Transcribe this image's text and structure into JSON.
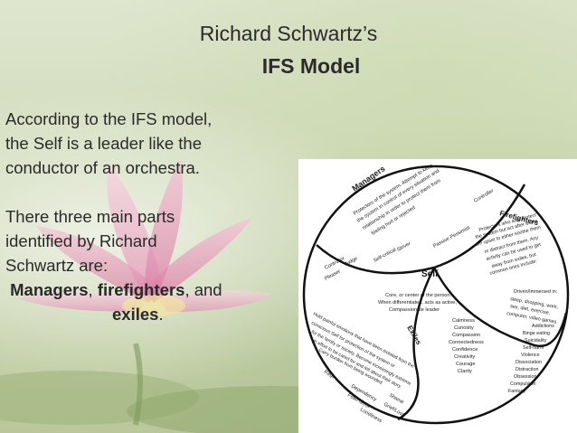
{
  "title": {
    "line1": "Richard Schwartz’s",
    "line2": "IFS Model"
  },
  "body": {
    "para1": [
      "According to the IFS model,",
      "the Self is a leader like the",
      "conductor of an orchestra."
    ],
    "para2": [
      "There three main parts",
      "identified by Richard",
      "Schwartz are:"
    ],
    "managers": "Managers",
    "comma1": ", ",
    "firefighters": "firefighters",
    "and": ", and",
    "exiles": "exiles",
    "period": "."
  },
  "diagram": {
    "managers_heading": "Managers",
    "managers_text": [
      "Protectors of the system. Attempt to keep",
      "the system in control of every situation and",
      "relationship in order to protect them from",
      "feeling hurt or rejected"
    ],
    "managers_traits": [
      "Controller",
      "Striver",
      "Passive Pessimist",
      "Controller",
      "Judge",
      "Self-critical",
      "Pleaser"
    ],
    "firefighters_heading": "Firefighters",
    "firefighters_text": [
      "Protectors who also protect",
      "the system but act after exiles",
      "are upset to either soothe them",
      "or distract from them. Any",
      "activity can be used to get",
      "away from exiles, but",
      "common ones include:"
    ],
    "firefighters_traits": [
      "Driven/Immersed in:",
      "sleep, shopping, work,",
      "sex, diet, exercise,",
      "computer, video games",
      "Addictions",
      "Binge eating",
      "Suicidality",
      "Self-harm",
      "Violence",
      "Dissociation",
      "Distraction",
      "Obsession",
      "Compulsion",
      "Fantasy"
    ],
    "self_heading": "Self",
    "self_text": [
      "Core, or center of the person.",
      "When differentiated, acts as active,",
      "Compassionate leader"
    ],
    "self_qualities": [
      "Calmness",
      "Curiosity",
      "Compassion",
      "Connectedness",
      "Confidence",
      "Creativity",
      "Courage",
      "Clarity"
    ],
    "exiles_heading": "Exiles",
    "exiles_text": [
      "Hold painful emotions that have been isolated from the",
      "conscious Self for protection of the system or",
      "for the family or society. Become increasingly extreme",
      "in effort to be cared for and tell about their story.",
      "Carry burden from being wounded"
    ],
    "exiles_traits": [
      "Rage",
      "Dependency",
      "Shame",
      "Fear/Terror",
      "Grief/Loss",
      "Loneliness"
    ]
  }
}
